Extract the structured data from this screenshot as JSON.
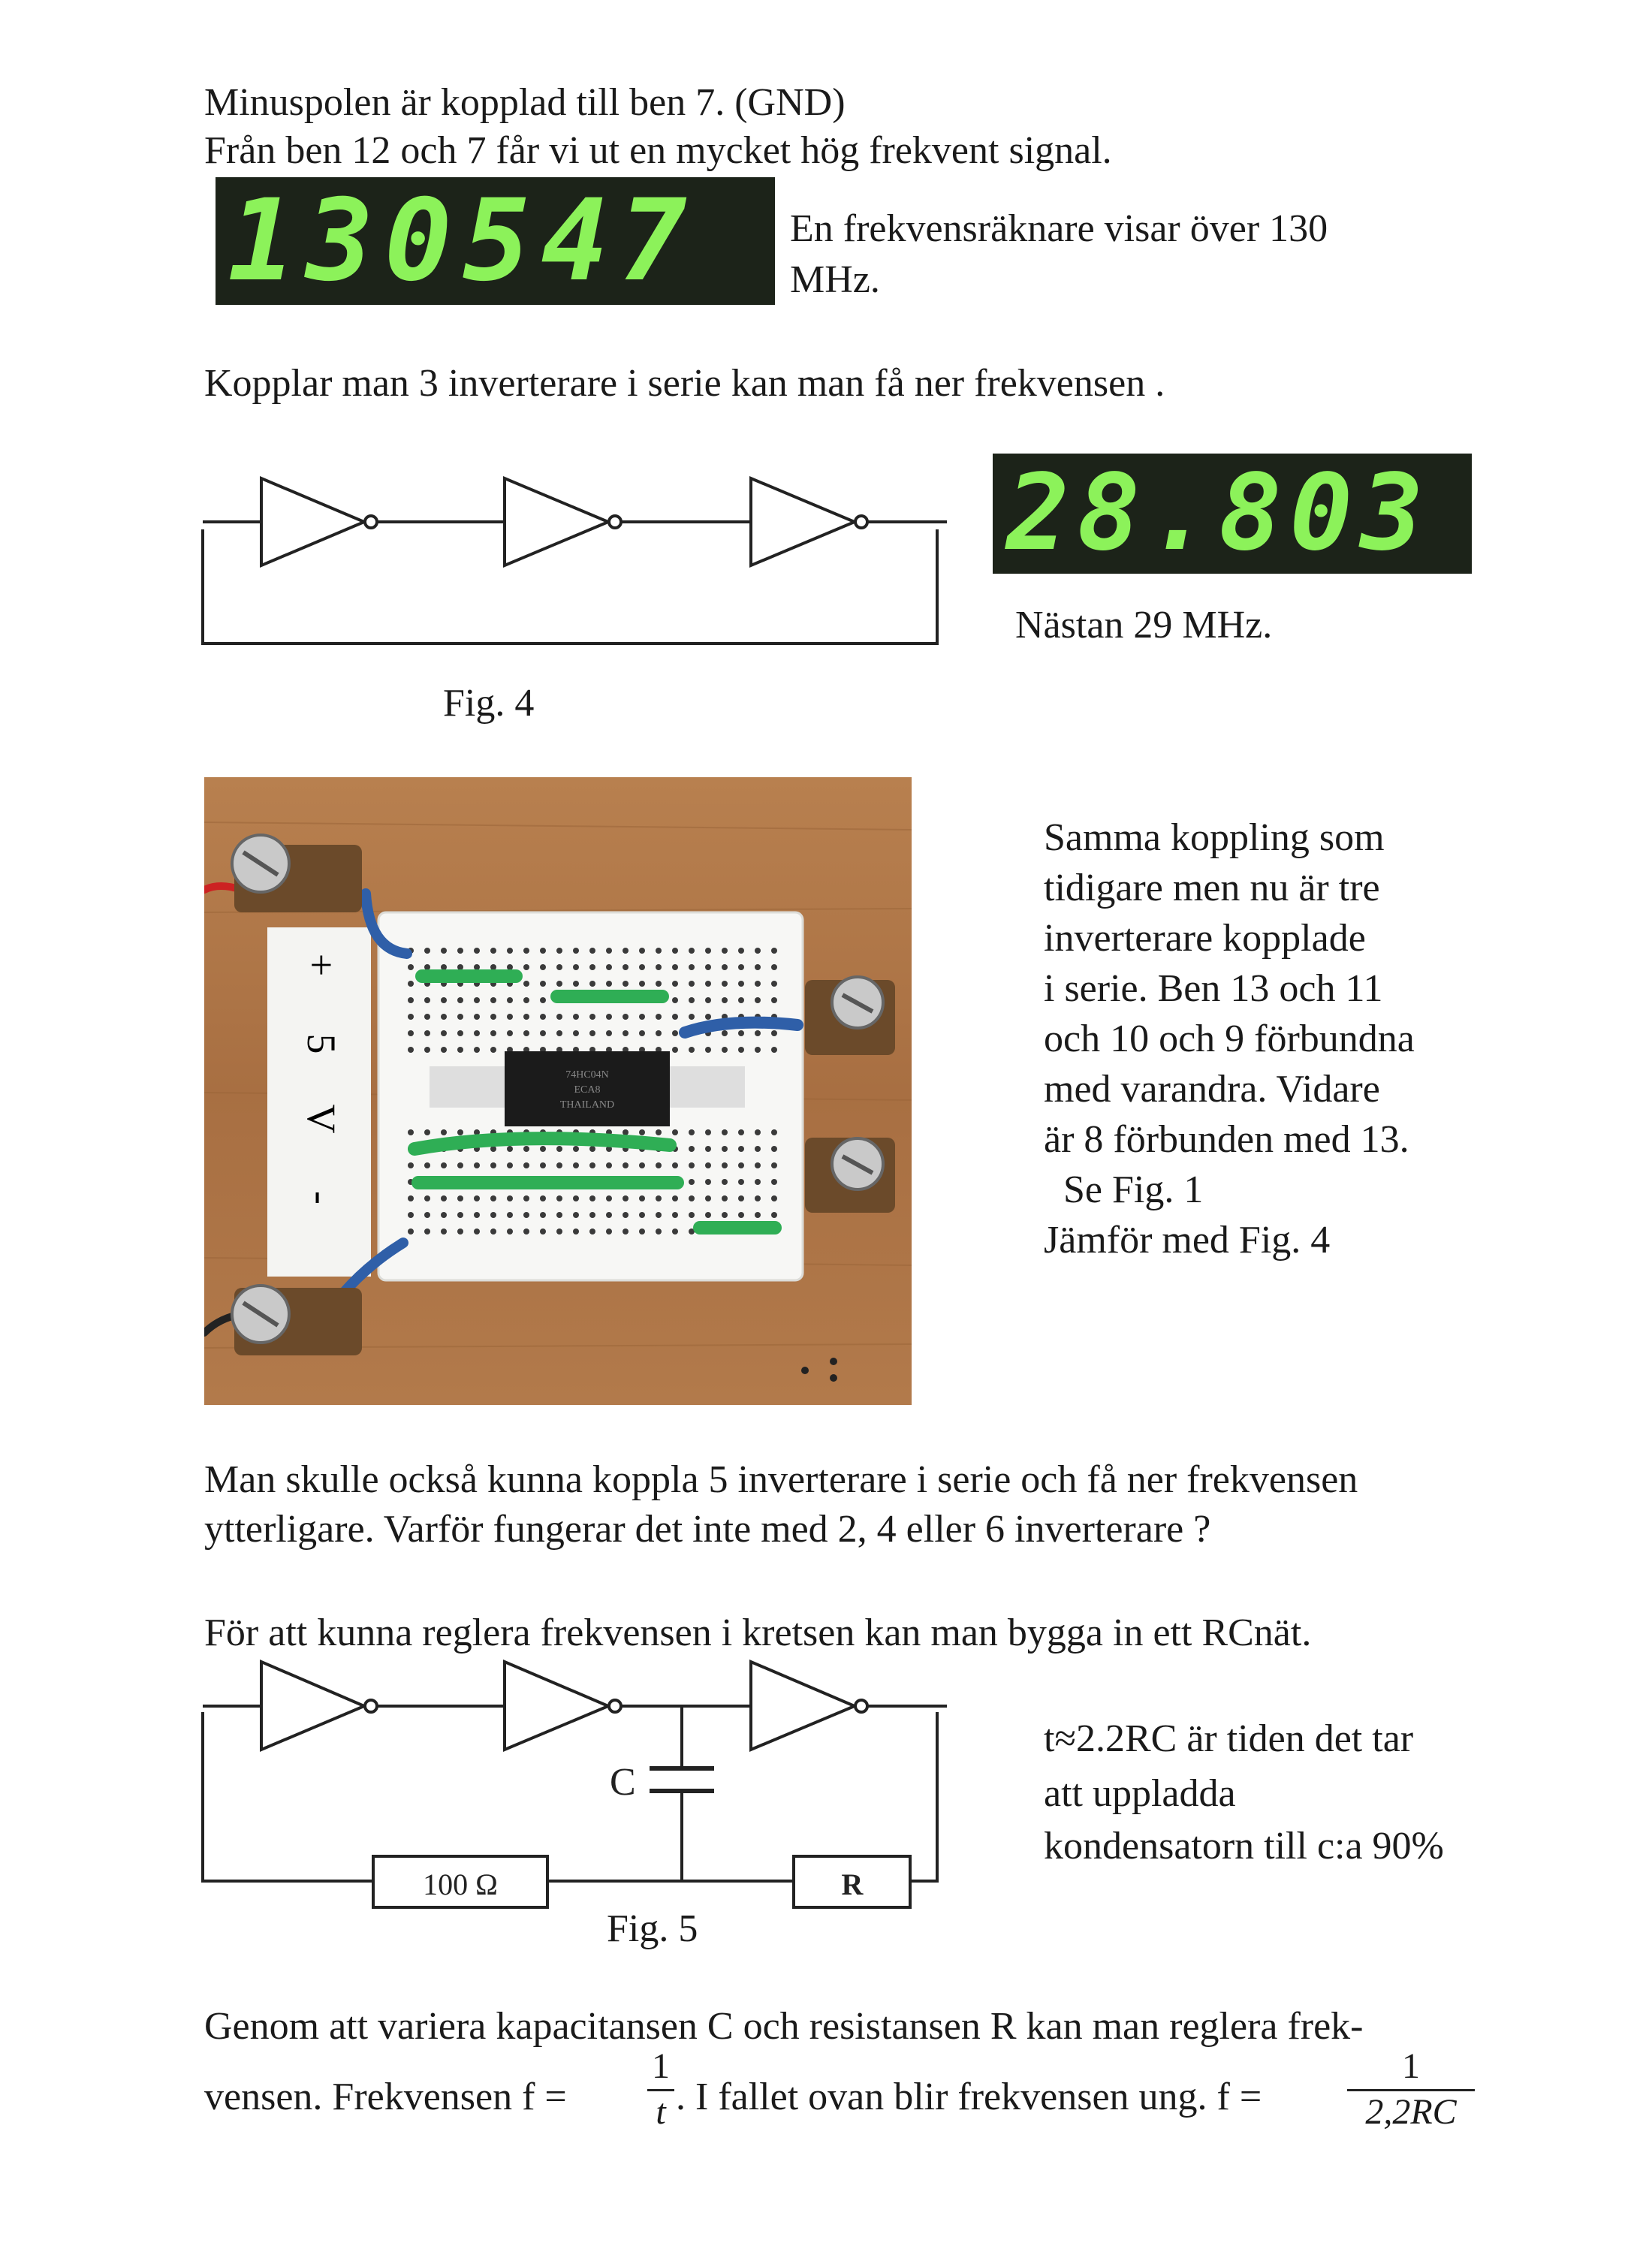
{
  "lines": {
    "l1": "Minuspolen är kopplad till ben 7. (GND)",
    "l2": "Från ben 12 och 7 får vi ut en mycket hög frekvent signal.",
    "counter_text_1": "En frekvensräknare visar  över 130",
    "counter_text_2": "MHz.",
    "l3": "Kopplar man 3 inverterare i serie kan man få ner frekvensen .",
    "nastan": "Nästan 29 MHz.",
    "fig4": "Fig. 4",
    "five_1": "Man skulle också kunna koppla 5 inverterare i serie och få ner frekvensen",
    "five_2": "ytterligare. Varför fungerar det inte med  2,  4 eller 6 inverterare ?",
    "rc_intro": "För att kunna reglera frekvensen i kretsen  kan man bygga in ett RCnät.",
    "fig5": "Fig. 5",
    "tau_1": "t≈2.2RC är tiden det tar",
    "tau_2": "att uppladda",
    "tau_3": "kondensatorn till c:a  90%",
    "final_1": "Genom att variera kapacitansen C och resistansen R kan man reglera frek-",
    "final_2a": "vensen.  Frekvensen  f =",
    "final_2b": ".  I fallet ovan  blir frekvensen  ung.  f =",
    "frac1_num": "1",
    "frac1_den": "t",
    "frac2_num": "1",
    "frac2_den": "2,2RC"
  },
  "photo_text": [
    "Samma koppling som",
    "tidigare men nu är tre",
    "inverterare kopplade",
    "i serie. Ben 13 och 11",
    "och 10 och 9 förbundna",
    "med varandra. Vidare",
    "är 8 förbunden med 13.",
    "  Se Fig. 1",
    "Jämför med Fig. 4"
  ],
  "displays": {
    "d1": "130547",
    "d2": "28.803"
  },
  "board_labels": {
    "plus": "+",
    "five": "5",
    "volt": "V",
    "minus": "-"
  },
  "circuit_labels": {
    "capacitor": "C",
    "resistor_fixed": "100 Ω",
    "resistor_var": "R"
  },
  "colors": {
    "display_bg": "#1c2319",
    "segment_green": "#8cf25a",
    "wood": "#b47b4f",
    "wire_green": "#2fae55",
    "wire_blue": "#2f5fa8"
  }
}
